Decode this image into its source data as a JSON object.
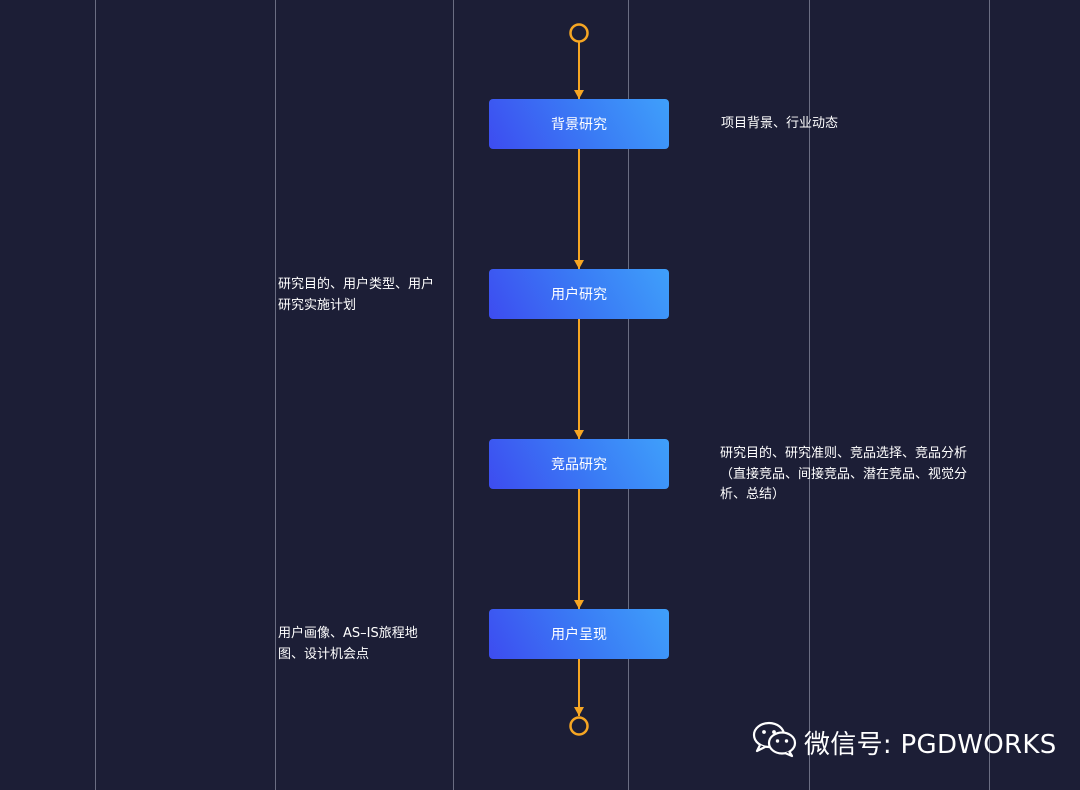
{
  "diagram": {
    "steps": [
      {
        "label": "背景研究"
      },
      {
        "label": "用户研究"
      },
      {
        "label": "竞品研究"
      },
      {
        "label": "用户呈现"
      }
    ],
    "notes": [
      {
        "lines": [
          "项目背景、行业动态"
        ]
      },
      {
        "lines": [
          "研究目的、用户类型、用户",
          "研究实施计划"
        ]
      },
      {
        "lines": [
          "研究目的、研究准则、竞品选择、竞品分析",
          "（直接竞品、间接竞品、潜在竞品、视觉分",
          "析、总结）"
        ]
      },
      {
        "lines": [
          "用户画像、AS–IS旅程地",
          "图、设计机会点"
        ]
      }
    ],
    "colors": {
      "background": "#1c1e36",
      "connector": "#f6a623",
      "step_from": "#3d4cf0",
      "step_to": "#3fa0fb"
    }
  },
  "watermark": {
    "text": "微信号: PGDWORKS",
    "icon": "wechat-icon"
  }
}
